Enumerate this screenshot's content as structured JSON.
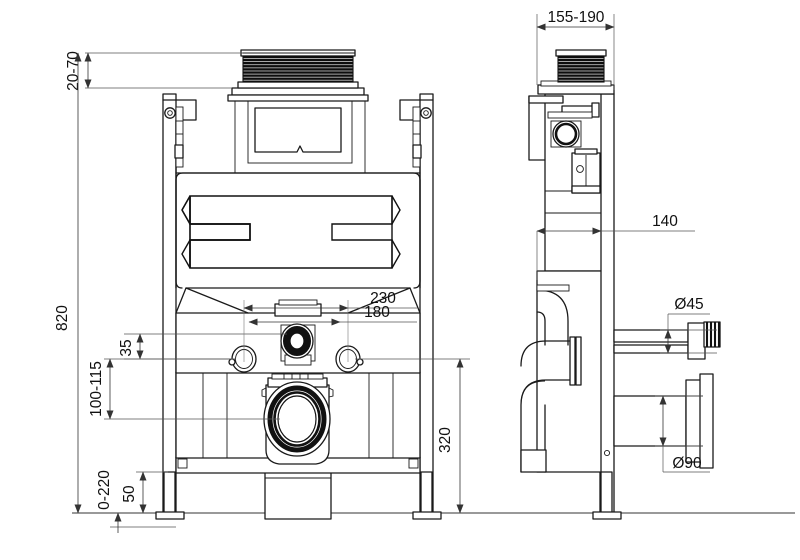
{
  "drawing": {
    "title": "Wall-hung WC concealed cistern frame - technical dimension drawing",
    "units": "mm",
    "views": [
      {
        "id": "front",
        "name": "front-elevation"
      },
      {
        "id": "side",
        "name": "side-elevation"
      }
    ]
  },
  "dimensions": {
    "height_above_frame": "20-70",
    "total_height": "820",
    "inlet_offset": "35",
    "bolt_spacing_height": "100-115",
    "bolt_spread_outer": "230",
    "bolt_spread_inner": "180",
    "outlet_height": "320",
    "foot_adjust_range": "0-220",
    "foot_height": "50",
    "depth_range": "155-190",
    "cistern_depth": "140",
    "inlet_diameter": "Ø45",
    "outlet_diameter": "Ø90"
  },
  "labels": {
    "d20_70": "20-70",
    "d820": "820",
    "d35": "35",
    "d100_115": "100-115",
    "d230": "230",
    "d180": "180",
    "d320": "320",
    "d0_220": "0-220",
    "d50": "50",
    "d155_190": "155-190",
    "d140": "140",
    "dia45": "Ø45",
    "dia90": "Ø90"
  },
  "colors": {
    "line": "#1a1a1a",
    "dimension_line": "#555555",
    "fill": "#ffffff",
    "hatch_black": "#0d0d0d",
    "background": "#ffffff"
  },
  "components": {
    "front": {
      "flush_plate_opening": "flush-plate-aperture",
      "access_panel": "inspection-opening",
      "tank_body": "cistern-body",
      "arrow_emblem": "double-arrow-marking",
      "water_inlet": "water-inlet-port",
      "bolt_left": "wc-bolt-hole-left",
      "bolt_right": "wc-bolt-hole-right",
      "waste_outlet": "waste-outlet-collar",
      "rail_left": "frame-rail-left",
      "rail_right": "frame-rail-right",
      "foot_left": "adjustable-foot-left",
      "foot_right": "adjustable-foot-right",
      "base_block": "base-support-block"
    },
    "side": {
      "flush_plate_opening": "flush-plate-aperture-side",
      "fill_valve": "fill-valve-assembly",
      "flush_valve": "flush-valve-assembly",
      "elbow_pipe": "waste-elbow-pipe",
      "inlet_pipe": "inlet-pipe-stub",
      "outlet_pipe": "outlet-pipe-stub",
      "rail": "frame-rail-side",
      "foot": "adjustable-foot-side"
    }
  }
}
